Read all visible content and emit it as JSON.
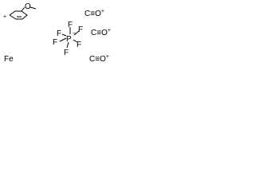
{
  "ion_pair": {
    "cation_charge": "+",
    "methoxy_oxygen": "O",
    "iron": "Fe"
  },
  "hexafluorophosphate": {
    "central_atom": "P",
    "fluorines": [
      "F",
      "F",
      "F",
      "F",
      "F",
      "F"
    ],
    "charge": "−"
  },
  "carbonyls": [
    {
      "carbon": "C",
      "bond": "≡",
      "oxygen": "O",
      "charge": "+"
    },
    {
      "carbon": "C",
      "bond": "≡",
      "oxygen": "O",
      "charge": "+"
    },
    {
      "carbon": "C",
      "bond": "≡",
      "oxygen": "O",
      "charge": "+"
    }
  ]
}
